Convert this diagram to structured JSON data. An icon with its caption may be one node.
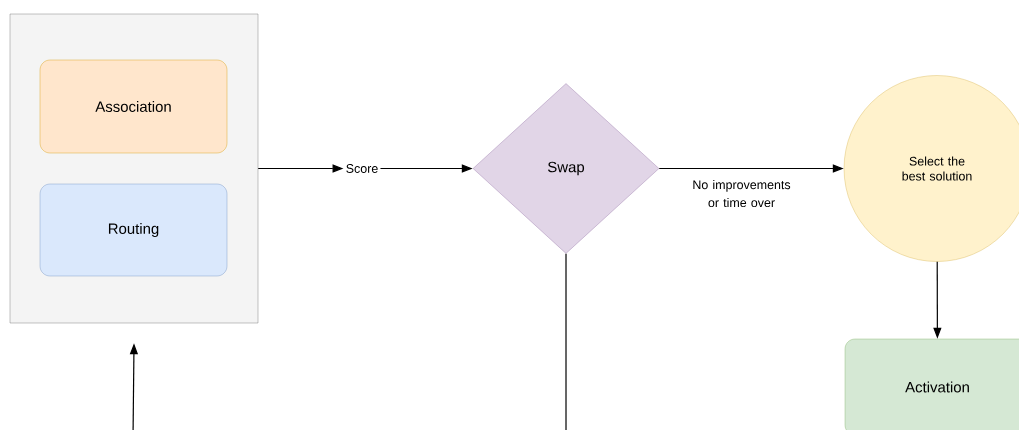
{
  "diagram": {
    "nodes": [
      {
        "text": [],
        "shape": "box"
      },
      {
        "text": [
          "Association"
        ],
        "in": 0
      },
      {
        "text": [
          "Routing"
        ],
        "in": 0
      },
      {
        "text": [
          "Score"
        ]
      },
      {
        "text": [
          "Swap"
        ]
      },
      {
        "text": [
          "Select the best solution"
        ]
      },
      {
        "text": [
          "Activation"
        ]
      }
    ],
    "edges": [
      {
        "from": 0,
        "to": 3,
        "arrow": "to"
      },
      {
        "from": 3,
        "to": 4,
        "arrow": "to"
      },
      {
        "from": 4,
        "to": 5,
        "arrow": "to",
        "label": "No improvements or time over"
      },
      {
        "from": 5,
        "to": 6,
        "arrow": "to"
      },
      {
        "from": 4,
        "to": null,
        "arrow": "none"
      },
      {
        "from": null,
        "to": 0,
        "arrow": "to"
      }
    ]
  }
}
